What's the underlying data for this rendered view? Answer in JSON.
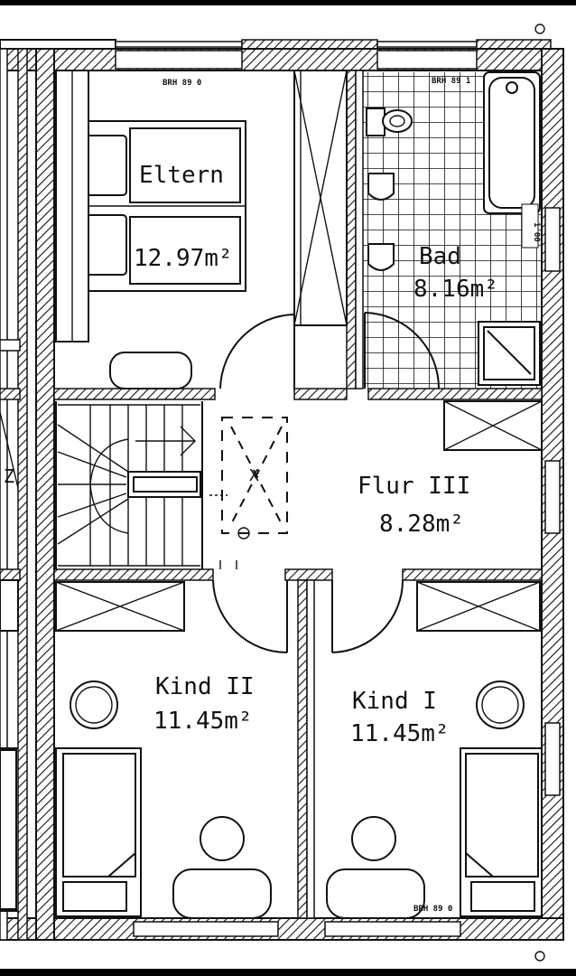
{
  "rooms": {
    "eltern": {
      "name": "Eltern",
      "area": "12.97m²"
    },
    "bad": {
      "name": "Bad",
      "area": "8.16m²"
    },
    "flur": {
      "name": "Flur III",
      "area": "8.28m²"
    },
    "kind2": {
      "name": "Kind II",
      "area": "11.45m²"
    },
    "kind1": {
      "name": "Kind I",
      "area": "11.45m²"
    },
    "fragment": {
      "name": "Z"
    }
  },
  "annotations": {
    "brh_eltern": "BRH 89 0",
    "brh_bad": "BRH 89 1",
    "brh_kind1": "BRH 89 0",
    "brh_side": "1 00"
  },
  "colors": {
    "paper": "#ffffff",
    "ink": "#111111",
    "frame": "#000000"
  }
}
